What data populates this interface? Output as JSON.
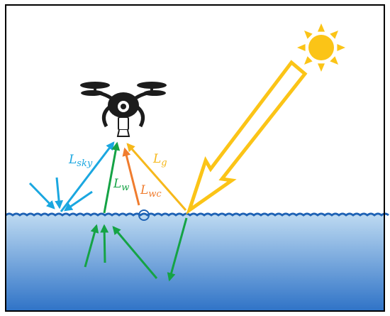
{
  "colors": {
    "sky_radiance": "#1aa7e0",
    "water_leaving": "#15a345",
    "whitecap": "#f07c2e",
    "glint": "#f6b81b",
    "sun": "#fbc417",
    "water_top": "#bcd9f1",
    "water_bottom": "#2f73c7",
    "wave_line": "#1f63b5",
    "drone": "#1c1c1c",
    "frame": "#000000"
  },
  "labels": {
    "sky": {
      "main": "L",
      "sub": "sky"
    },
    "water": {
      "main": "L",
      "sub": "w"
    },
    "whitecap": {
      "main": "L",
      "sub": "wc"
    },
    "glint": {
      "main": "L",
      "sub": "g"
    }
  },
  "icons": {
    "sun": "sun-icon",
    "drone": "drone-icon",
    "whitecap_bubble": "bubble-icon"
  }
}
